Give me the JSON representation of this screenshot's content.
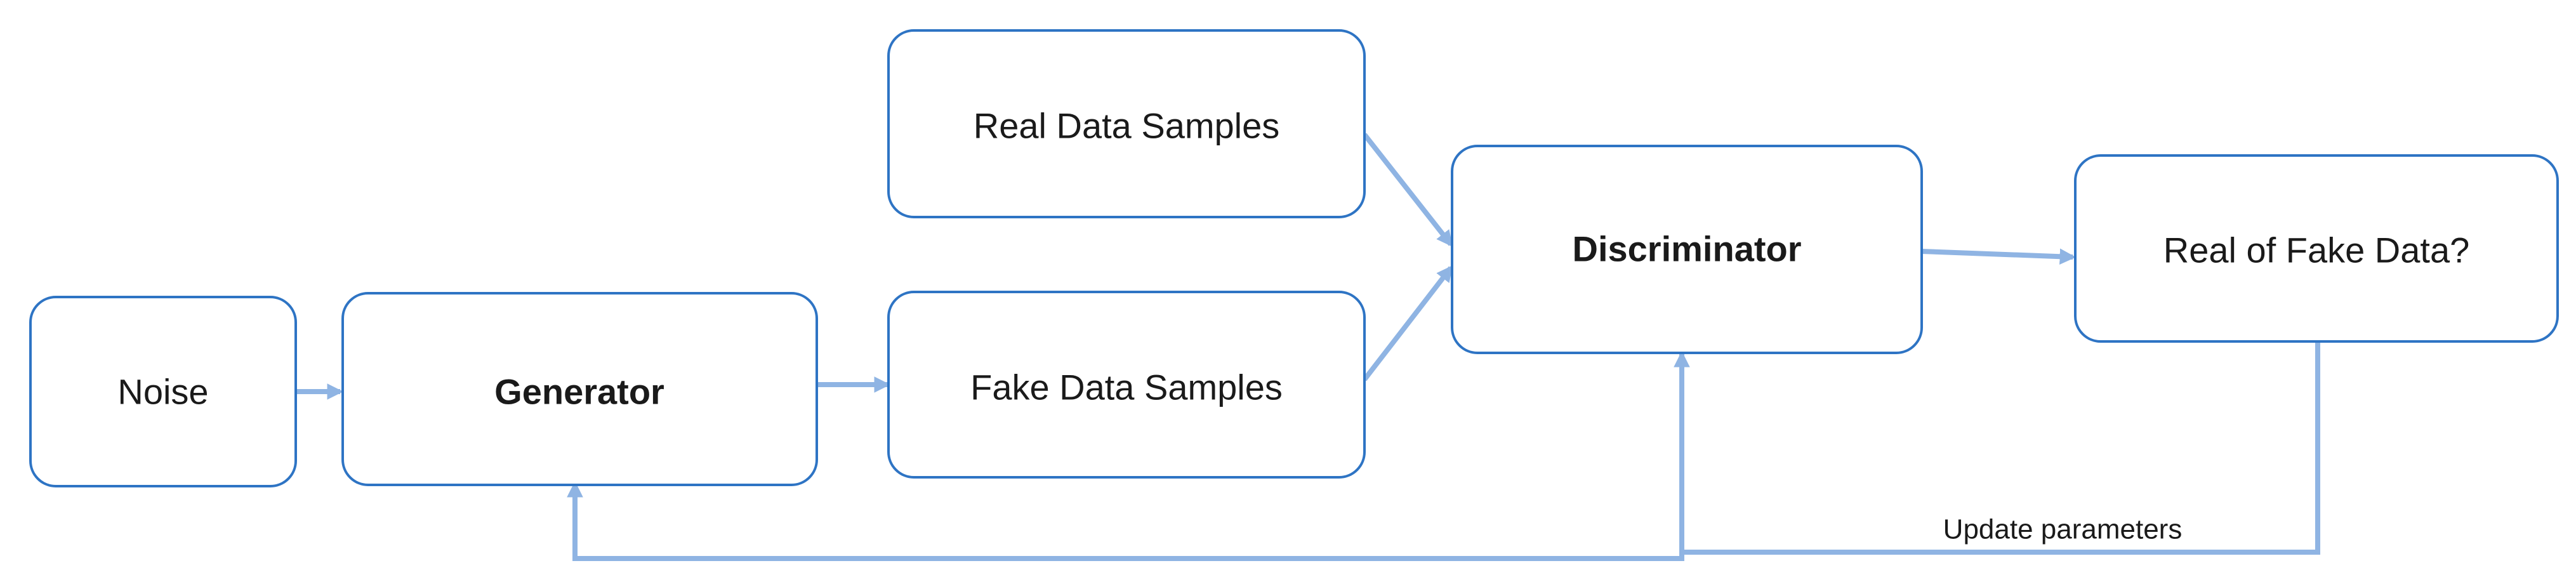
{
  "nodes": {
    "noise": {
      "label": "Noise"
    },
    "generator": {
      "label": "Generator"
    },
    "real_samples": {
      "label": "Real Data Samples"
    },
    "fake_samples": {
      "label": "Fake Data Samples"
    },
    "discriminator": {
      "label": "Discriminator"
    },
    "output": {
      "label": "Real of Fake Data?"
    }
  },
  "edges": {
    "feedback_label": "Update parameters"
  },
  "colors": {
    "box_stroke": "#2e74c4",
    "arrow": "#8fb4e3",
    "text": "#1a1a1a"
  }
}
